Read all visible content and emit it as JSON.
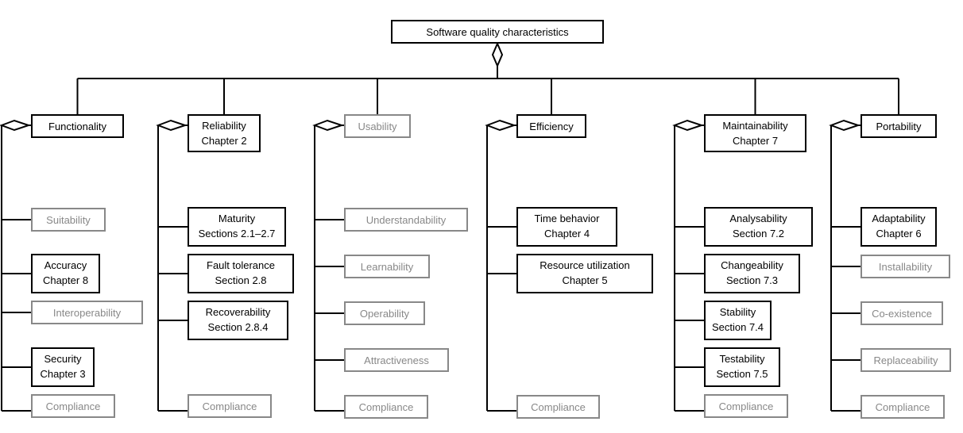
{
  "colors": {
    "covered": "#000000",
    "not_covered": "#888888",
    "line": "#000000"
  },
  "root": {
    "label": "Software quality characteristics"
  },
  "characteristics": [
    {
      "id": "functionality",
      "lines": [
        "Functionality"
      ],
      "covered": true,
      "subs": [
        {
          "lines": [
            "Suitability"
          ],
          "covered": false
        },
        {
          "lines": [
            "Accuracy",
            "Chapter 8"
          ],
          "covered": true
        },
        {
          "lines": [
            "Interoperability"
          ],
          "covered": false
        },
        {
          "lines": [
            "Security",
            "Chapter 3"
          ],
          "covered": true
        },
        {
          "lines": [
            "Compliance"
          ],
          "covered": false
        }
      ]
    },
    {
      "id": "reliability",
      "lines": [
        "Reliability",
        "Chapter 2"
      ],
      "covered": true,
      "subs": [
        {
          "lines": [
            "Maturity",
            "Sections 2.1–2.7"
          ],
          "covered": true
        },
        {
          "lines": [
            "Fault tolerance",
            "Section 2.8"
          ],
          "covered": true
        },
        {
          "lines": [
            "Recoverability",
            "Section 2.8.4"
          ],
          "covered": true
        },
        {
          "lines": [
            "Compliance"
          ],
          "covered": false
        }
      ]
    },
    {
      "id": "usability",
      "lines": [
        "Usability"
      ],
      "covered": false,
      "subs": [
        {
          "lines": [
            "Understandability"
          ],
          "covered": false
        },
        {
          "lines": [
            "Learnability"
          ],
          "covered": false
        },
        {
          "lines": [
            "Operability"
          ],
          "covered": false
        },
        {
          "lines": [
            "Attractiveness"
          ],
          "covered": false
        },
        {
          "lines": [
            "Compliance"
          ],
          "covered": false
        }
      ]
    },
    {
      "id": "efficiency",
      "lines": [
        "Efficiency"
      ],
      "covered": true,
      "subs": [
        {
          "lines": [
            "Time behavior",
            "Chapter 4"
          ],
          "covered": true
        },
        {
          "lines": [
            "Resource utilization",
            "Chapter 5"
          ],
          "covered": true
        },
        {
          "lines": [
            "Compliance"
          ],
          "covered": false
        }
      ]
    },
    {
      "id": "maintainability",
      "lines": [
        "Maintainability",
        "Chapter 7"
      ],
      "covered": true,
      "subs": [
        {
          "lines": [
            "Analysability",
            "Section 7.2"
          ],
          "covered": true
        },
        {
          "lines": [
            "Changeability",
            "Section 7.3"
          ],
          "covered": true
        },
        {
          "lines": [
            "Stability",
            "Section 7.4"
          ],
          "covered": true
        },
        {
          "lines": [
            "Testability",
            "Section 7.5"
          ],
          "covered": true
        },
        {
          "lines": [
            "Compliance"
          ],
          "covered": false
        }
      ]
    },
    {
      "id": "portability",
      "lines": [
        "Portability"
      ],
      "covered": true,
      "subs": [
        {
          "lines": [
            "Adaptability",
            "Chapter 6"
          ],
          "covered": true
        },
        {
          "lines": [
            "Installability"
          ],
          "covered": false
        },
        {
          "lines": [
            "Co-existence"
          ],
          "covered": false
        },
        {
          "lines": [
            "Replaceability"
          ],
          "covered": false
        },
        {
          "lines": [
            "Compliance"
          ],
          "covered": false
        }
      ]
    }
  ]
}
